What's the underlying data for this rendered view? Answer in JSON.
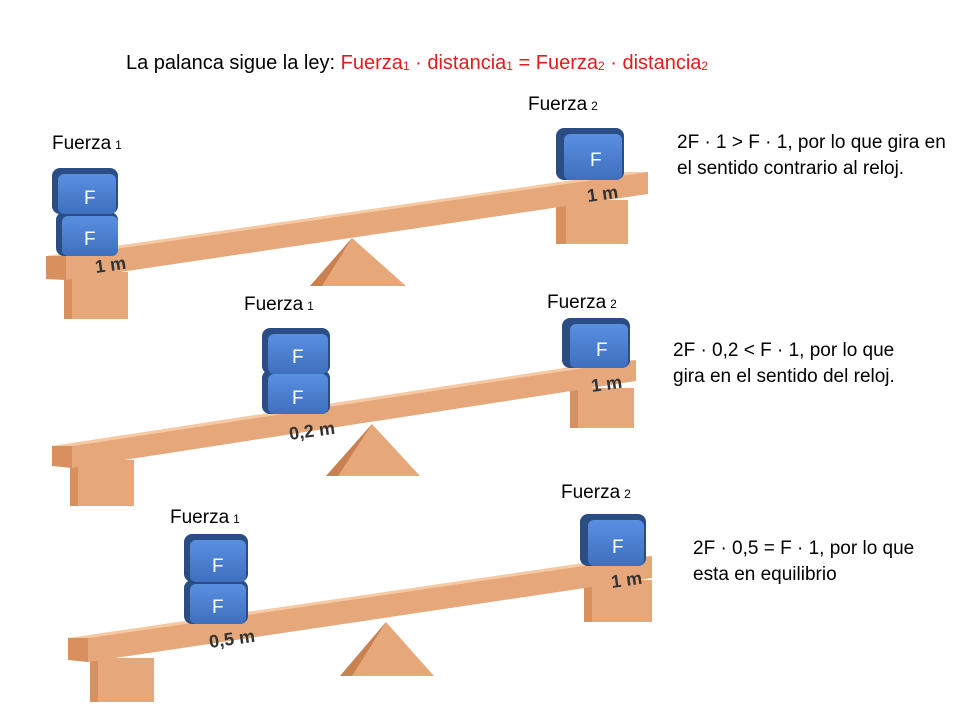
{
  "title": {
    "prefix": "La  palanca sigue la ley:",
    "law_force1": "Fuerza",
    "law_sub1": "1",
    "law_dot1": " · distancia",
    "law_sub2": "1",
    "law_eq": " = Fuerza",
    "law_sub3": "2",
    "law_dot2": " · distancia",
    "law_sub4": "2"
  },
  "colors": {
    "law": "#e31b1b",
    "beam_top": "#f7c9a3",
    "beam_front": "#e6a87b",
    "beam_end": "#d9905f",
    "block": "#4a7fd1",
    "block_edge": "#2a4d85"
  },
  "block_letter": "F",
  "levers": [
    {
      "force1_label": "Fuerza",
      "force1_idx": "1",
      "force2_label": "Fuerza",
      "force2_idx": "2",
      "dist_left": "1 m",
      "dist_right": "1 m",
      "explanation": "2F · 1 > F · 1, por lo que gira en el sentido contrario al reloj."
    },
    {
      "force1_label": "Fuerza",
      "force1_idx": "1",
      "force2_label": "Fuerza",
      "force2_idx": "2",
      "dist_left": "0,2 m",
      "dist_right": "1 m",
      "explanation": "2F · 0,2 < F · 1, por lo que gira en el sentido del reloj."
    },
    {
      "force1_label": "Fuerza",
      "force1_idx": "1",
      "force2_label": "Fuerza",
      "force2_idx": "2",
      "dist_left": "0,5 m",
      "dist_right": "1 m",
      "explanation": "2F · 0,5 = F · 1, por lo que esta en equilibrio"
    }
  ]
}
